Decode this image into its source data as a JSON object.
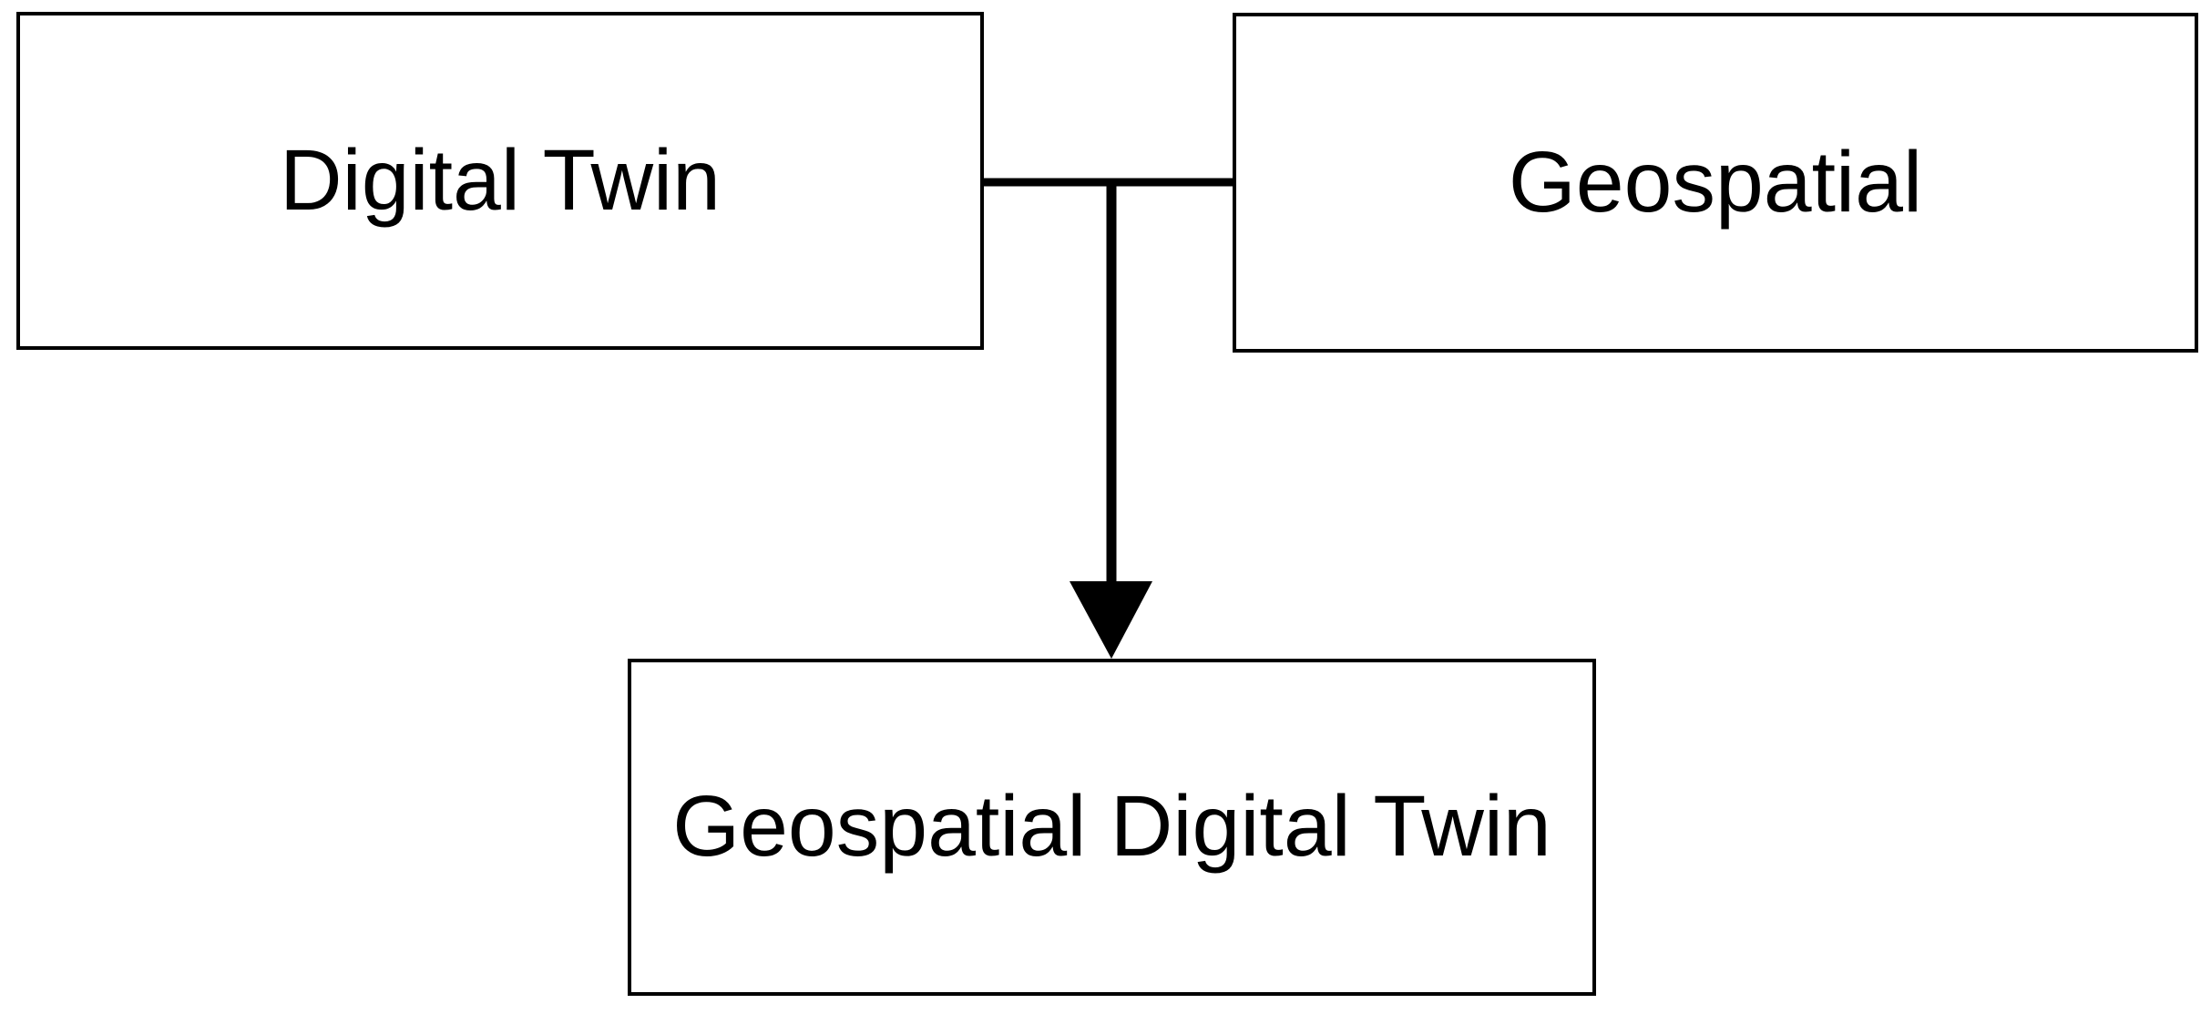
{
  "diagram": {
    "title": "Geospatial Digital Twin composition diagram",
    "background_color": "#ffffff",
    "line_color": "#000000",
    "text_color": "#000000",
    "nodes": [
      {
        "id": "digital-twin",
        "label": "Digital Twin",
        "position": "top-left",
        "fill": "#ffffff",
        "border_color": "#000000"
      },
      {
        "id": "geospatial",
        "label": "Geospatial",
        "position": "top-right",
        "fill": "#ffffff",
        "border_color": "#000000"
      },
      {
        "id": "geospatial-digital-twin",
        "label": "Geospatial Digital Twin",
        "position": "bottom-center",
        "fill": "#ffffff",
        "border_color": "#000000"
      }
    ],
    "connector": {
      "type": "merge-arrow",
      "from": [
        "digital-twin",
        "geospatial"
      ],
      "to": "geospatial-digital-twin",
      "arrowhead": "filled-triangle-down",
      "color": "#000000"
    }
  }
}
